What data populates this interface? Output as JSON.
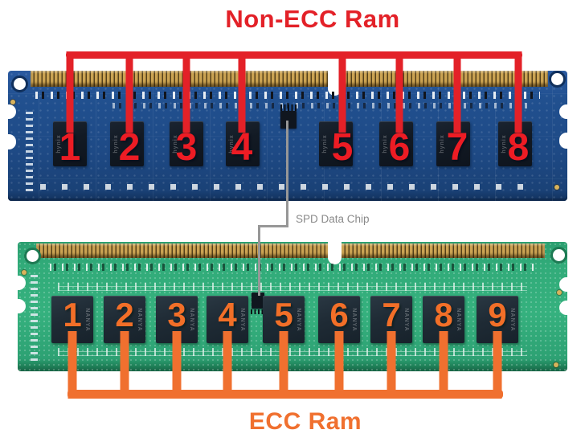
{
  "diagram": {
    "non_ecc": {
      "title": "Non-ECC Ram",
      "accent_color": "#e32128",
      "chip_count": 8,
      "chip_numbers": [
        "1",
        "2",
        "3",
        "4",
        "5",
        "6",
        "7",
        "8"
      ],
      "chip_brand": "hynix",
      "pcb_color": "#1e4a86"
    },
    "ecc": {
      "title": "ECC Ram",
      "accent_color": "#f0702f",
      "chip_count": 9,
      "chip_numbers": [
        "1",
        "2",
        "3",
        "4",
        "5",
        "6",
        "7",
        "8",
        "9"
      ],
      "chip_brand": "NANYA",
      "pcb_color": "#31ab79"
    },
    "spd": {
      "label": "SPD Data Chip",
      "label_color": "#8a8a8a",
      "line_color": "#979797"
    }
  }
}
